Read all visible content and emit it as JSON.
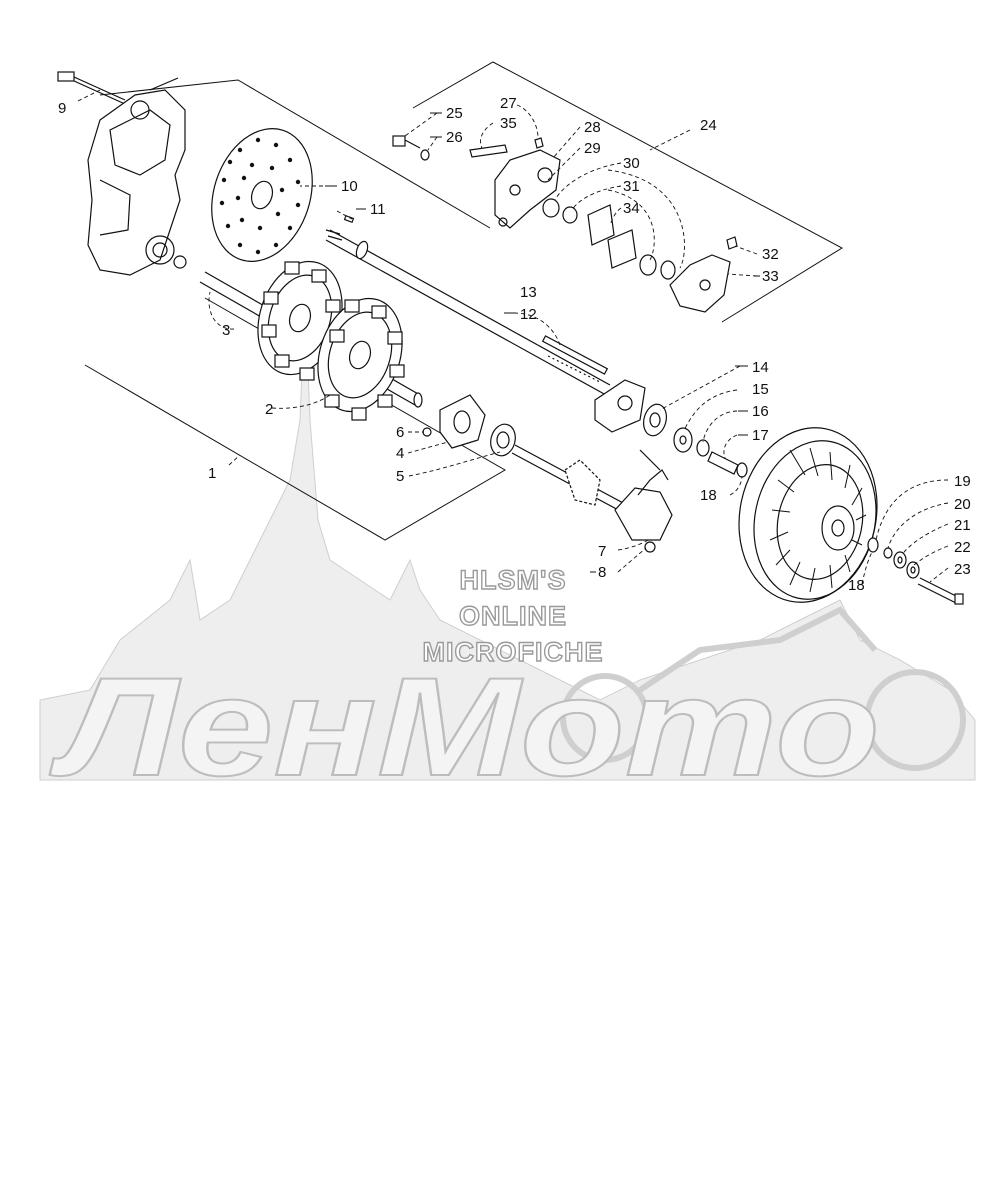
{
  "callouts": [
    {
      "id": "c1",
      "text": "1"
    },
    {
      "id": "c2",
      "text": "2"
    },
    {
      "id": "c3",
      "text": "3"
    },
    {
      "id": "c4",
      "text": "4"
    },
    {
      "id": "c5",
      "text": "5"
    },
    {
      "id": "c6",
      "text": "6"
    },
    {
      "id": "c7",
      "text": "7"
    },
    {
      "id": "c8",
      "text": "8"
    },
    {
      "id": "c9",
      "text": "9"
    },
    {
      "id": "c10",
      "text": "10"
    },
    {
      "id": "c11",
      "text": "11"
    },
    {
      "id": "c12",
      "text": "12"
    },
    {
      "id": "c13",
      "text": "13"
    },
    {
      "id": "c14",
      "text": "14"
    },
    {
      "id": "c15",
      "text": "15"
    },
    {
      "id": "c16",
      "text": "16"
    },
    {
      "id": "c17",
      "text": "17"
    },
    {
      "id": "c18a",
      "text": "18"
    },
    {
      "id": "c18b",
      "text": "18"
    },
    {
      "id": "c19",
      "text": "19"
    },
    {
      "id": "c20",
      "text": "20"
    },
    {
      "id": "c21",
      "text": "21"
    },
    {
      "id": "c22",
      "text": "22"
    },
    {
      "id": "c23",
      "text": "23"
    },
    {
      "id": "c24",
      "text": "24"
    },
    {
      "id": "c25",
      "text": "25"
    },
    {
      "id": "c26",
      "text": "26"
    },
    {
      "id": "c27",
      "text": "27"
    },
    {
      "id": "c28",
      "text": "28"
    },
    {
      "id": "c29",
      "text": "29"
    },
    {
      "id": "c30",
      "text": "30"
    },
    {
      "id": "c31",
      "text": "31"
    },
    {
      "id": "c32",
      "text": "32"
    },
    {
      "id": "c33",
      "text": "33"
    },
    {
      "id": "c34",
      "text": "34"
    },
    {
      "id": "c35",
      "text": "35"
    }
  ],
  "watermark": {
    "line1": "HLSM'S",
    "line2": "ONLINE",
    "line3": "MICROFICHE",
    "logo_text": "ЛенМото"
  },
  "colors": {
    "line": "#111111",
    "watermark_outline": "#9a9a9a",
    "watermark_fill": "#eeeeee"
  }
}
